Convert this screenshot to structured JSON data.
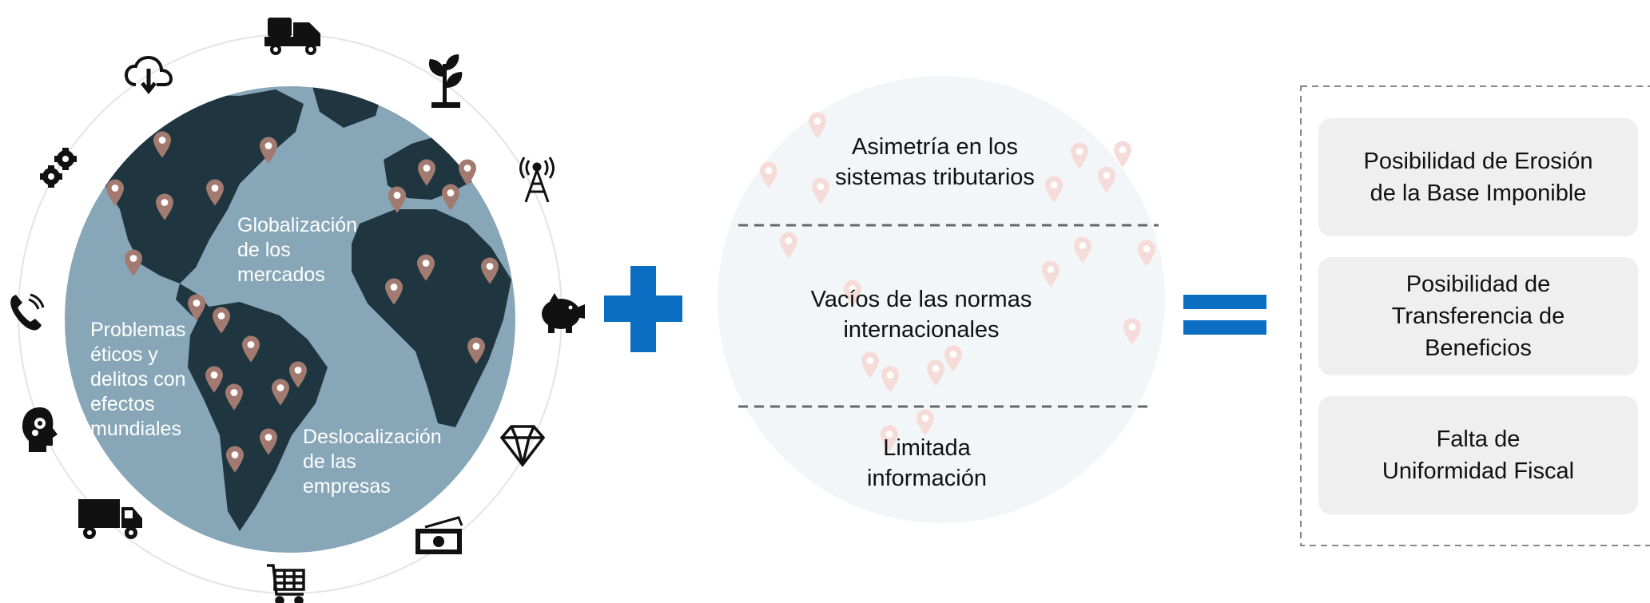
{
  "globe_left": {
    "labels": {
      "globalizacion": "Globalización\nde los\nmercados",
      "problemas": "Problemas\néticos y\ndelitos con\n   efectos\n     mundiales",
      "deslocalizacion": "Deslocalización\nde las\nempresas"
    },
    "ring_icons": [
      "cement-truck-icon",
      "plant-icon",
      "antenna-tower-icon",
      "piggy-bank-icon",
      "diamond-icon",
      "cash-icon",
      "shopping-cart-icon",
      "delivery-truck-icon",
      "head-gears-icon",
      "phone-icon",
      "gears-icon",
      "cloud-download-icon"
    ],
    "colors": {
      "ocean": "#87a6b7",
      "land": "#1f3640",
      "pin": "#a27a6f"
    }
  },
  "operators": {
    "plus_color": "#0a6fc2",
    "equals_color": "#0a6fc2"
  },
  "globe_right": {
    "sections": [
      "Asimetría en los\nsistemas tributarios",
      "Vacíos de las normas\ninternacionales",
      "Limitada\ninformación"
    ]
  },
  "results": {
    "items": [
      "Posibilidad de Erosión\nde la Base Imponible",
      "Posibilidad de\nTransferencia de\nBeneficios",
      "Falta de\nUniformidad Fiscal"
    ]
  }
}
